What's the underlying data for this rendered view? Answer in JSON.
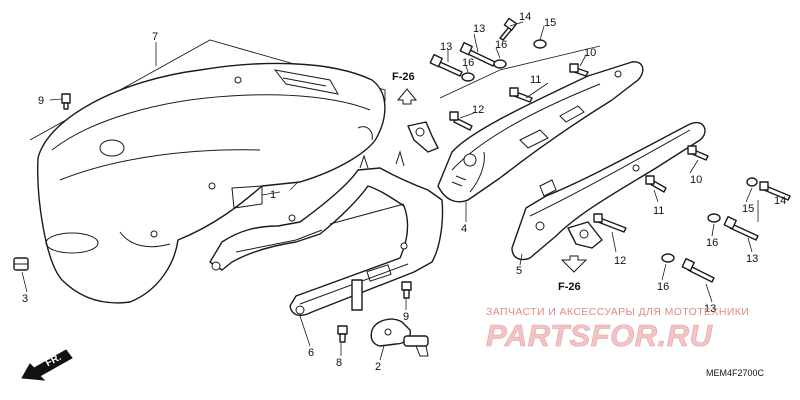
{
  "diagram": {
    "callouts": {
      "c1": "1",
      "c2": "2",
      "c3": "3",
      "c4": "4",
      "c5": "5",
      "c6": "6",
      "c7": "7",
      "c8": "8",
      "c9a": "9",
      "c9b": "9",
      "c10a": "10",
      "c10b": "10",
      "c11a": "11",
      "c11b": "11",
      "c12a": "12",
      "c12b": "12",
      "c13a": "13",
      "c13b": "13",
      "c13c": "13",
      "c13d": "13",
      "c14a": "14",
      "c14b": "14",
      "c15a": "15",
      "c15b": "15",
      "c16a": "16",
      "c16b": "16",
      "c16c": "16",
      "c16d": "16"
    },
    "refs": {
      "top": "F-26",
      "bottom": "F-26"
    },
    "front_label": "FR.",
    "diagram_code": "MEM4F2700C"
  },
  "watermark": {
    "caption": "ЗАПЧАСТИ И АКСЕССУАРЫ ДЛЯ МОТОТЕХНИКИ",
    "logo": "PARTSFOR.RU",
    "color": "#e08a8a"
  }
}
